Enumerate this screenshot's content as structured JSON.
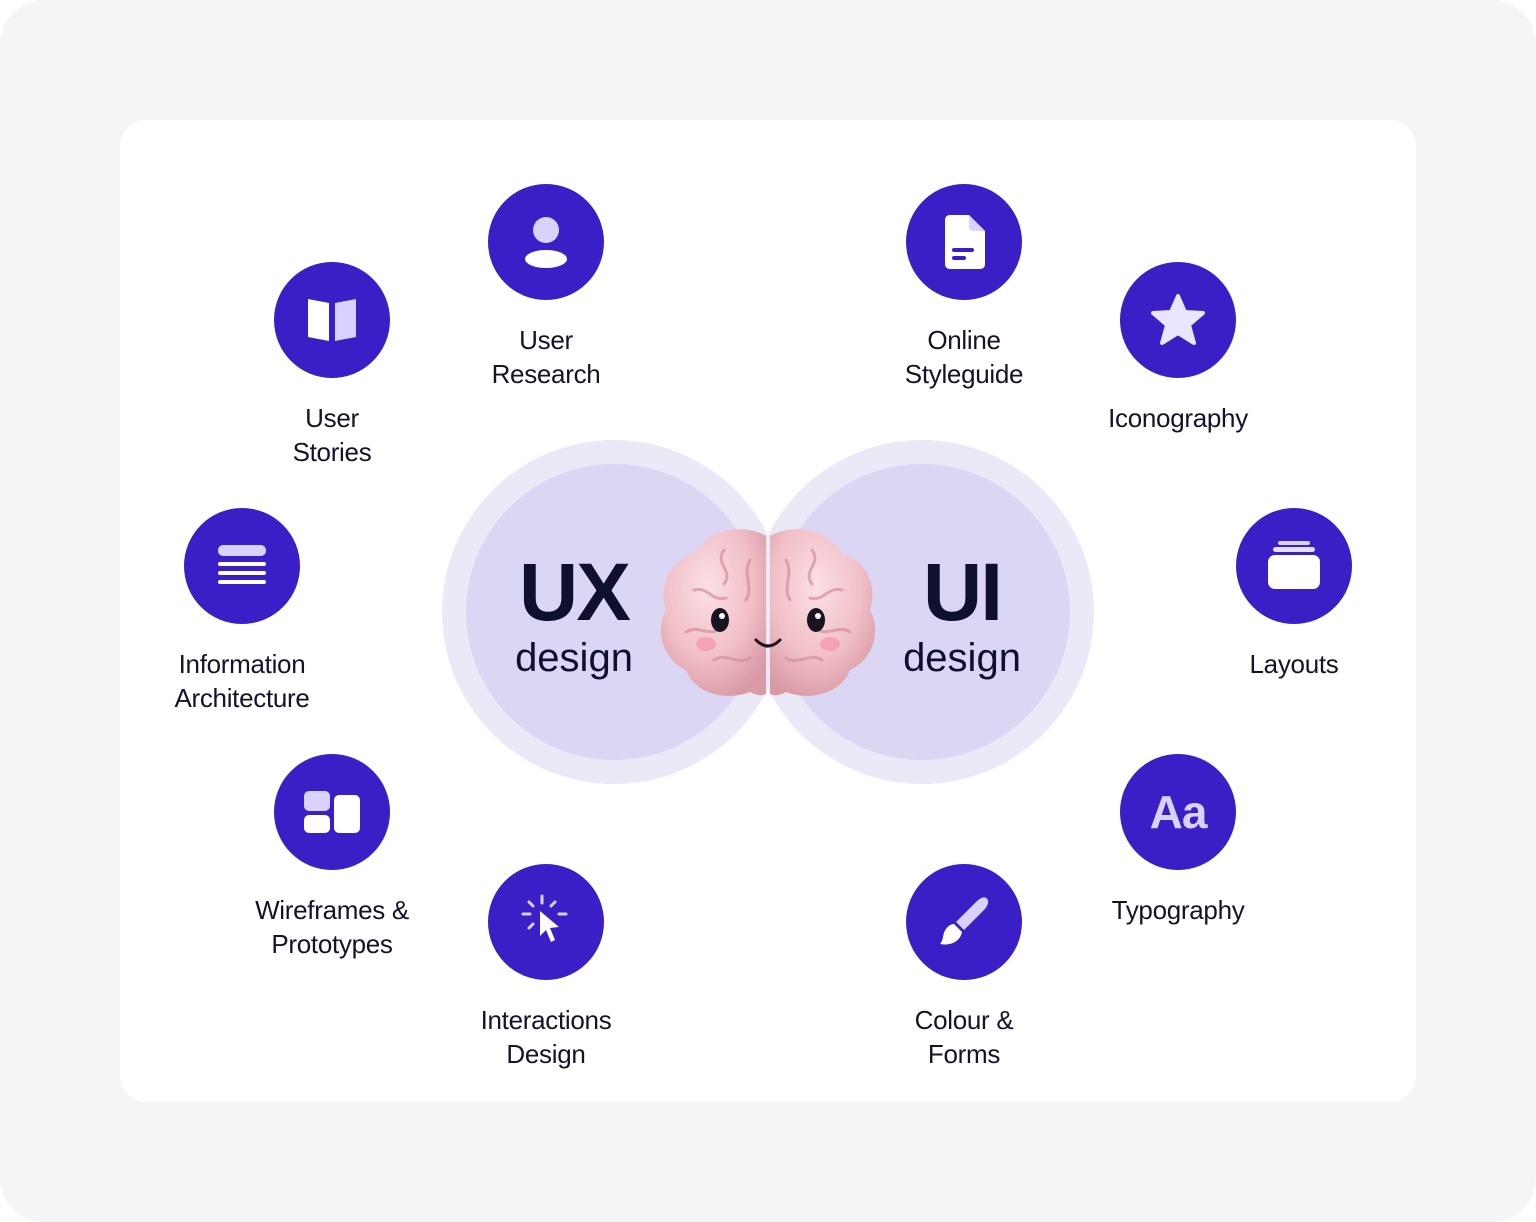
{
  "center": {
    "ux": {
      "big": "UX",
      "small": "design"
    },
    "ui": {
      "big": "UI",
      "small": "design"
    }
  },
  "nodes": [
    {
      "id": "user-research",
      "icon": "user-icon",
      "line1": "User",
      "line2": "Research"
    },
    {
      "id": "user-stories",
      "icon": "book-icon",
      "line1": "User",
      "line2": "Stories"
    },
    {
      "id": "information-architecture",
      "icon": "list-icon",
      "line1": "Information",
      "line2": "Architecture"
    },
    {
      "id": "wireframes-prototypes",
      "icon": "layout-blocks-icon",
      "line1": "Wireframes &",
      "line2": "Prototypes"
    },
    {
      "id": "interactions-design",
      "icon": "cursor-click-icon",
      "line1": "Interactions",
      "line2": "Design"
    },
    {
      "id": "online-styleguide",
      "icon": "document-icon",
      "line1": "Online",
      "line2": "Styleguide"
    },
    {
      "id": "iconography",
      "icon": "star-icon",
      "line1": "Iconography",
      "line2": ""
    },
    {
      "id": "layouts",
      "icon": "stacked-cards-icon",
      "line1": "Layouts",
      "line2": ""
    },
    {
      "id": "typography",
      "icon": "typography-aa-icon",
      "glyph": "Aa",
      "line1": "Typography",
      "line2": ""
    },
    {
      "id": "colour-forms",
      "icon": "paintbrush-icon",
      "line1": "Colour &",
      "line2": "Forms"
    }
  ],
  "colors": {
    "node": "#3a1ec6",
    "icon": "#d9d2ff",
    "disc": "#dcd6f5",
    "halo": "#ebe8f8",
    "brain": "#f1bfc7"
  }
}
